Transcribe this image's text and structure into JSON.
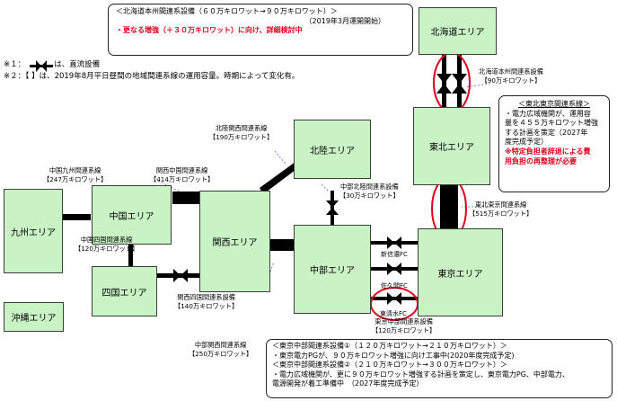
{
  "areas": {
    "hokkaido": "北海道エリア",
    "tohoku": "東北エリア",
    "hokuriku": "北陸エリア",
    "kansai": "関西エリア",
    "chugoku": "中国エリア",
    "shikoku": "四国エリア",
    "kyushu": "九州エリア",
    "chubu": "中部エリア",
    "tokyo": "東京エリア",
    "okinawa": "沖縄エリア"
  },
  "notes": {
    "n1_prefix": "※１：",
    "n1_text": "は、直流設備",
    "n2": "※２：【 】は、2019年8月平日昼間の地域間連系線の運用容量。時期によって変化有。"
  },
  "links": {
    "hokkaido_honshu": [
      "北海道本州間連系設備",
      "【90万キロワット】"
    ],
    "tohoku_tokyo": [
      "東北東京間連系線",
      "【515万キロワット】"
    ],
    "hokuriku_kansai": [
      "北陸関西間連系線",
      "【190万キロワット】"
    ],
    "chugoku_kansai": [
      "関西中国間連系線",
      "【414万キロワット】"
    ],
    "chugoku_kyushu": [
      "中国九州間連系線",
      "【247万キロワット】"
    ],
    "chugoku_shikoku": [
      "中国四国間連系線",
      "【120万キロワット】"
    ],
    "kansai_shikoku": [
      "関西四国間連系設備",
      "【140万キロワット】"
    ],
    "chubu_kansai": [
      "中部関西間連系線",
      "【250万キロワット】"
    ],
    "chubu_hokuriku": [
      "中部北陸間連系設備",
      "【30万キロワット】"
    ],
    "tokyo_chubu": [
      "東京中部間連系設備",
      "【120万キロワット】"
    ]
  },
  "fc": {
    "shinshinano": "新信濃FC",
    "sakuma": "佐久間FC",
    "higashishimizu": "東清水FC"
  },
  "box_hokkaido": {
    "title": "＜北海道本州間連系設備（６０万キロワット→９０万キロワット）＞",
    "sub": "（2019年3月運開開始）",
    "red": "・更なる増強（＋３０万キロワット）に向け、詳細検討中"
  },
  "box_tohoku": {
    "title": "＜東北東京間連系線＞",
    "lines": [
      "・電力広域機関が、運用容",
      "量を４５５万キロワット増強",
      "する計画を策定（2027年",
      "度完成予定）"
    ],
    "red_lines": [
      "※特定負担者辞退による費",
      "用負担の再整理が必要"
    ]
  },
  "box_tokyo": {
    "lines": [
      "＜東京中部間連系設備①（１２０万キロワット→２１０万キロワット）＞",
      "・東京電力PGが、９０万キロワット増強に向け工事中(2020年度完成予定)",
      "＜東京中部間連系設備②（２１０万キロワット→３００万キロワット）＞",
      "・電力広域機関が、更に９０万キロワット増強する計画を策定し、東京電力PG、中部電力、",
      "電源開発が着工準備中　（2027年度完成予定）"
    ]
  },
  "colors": {
    "area_fill": "#c9f2c5",
    "link": "#000000",
    "highlight": "#e0001b"
  }
}
